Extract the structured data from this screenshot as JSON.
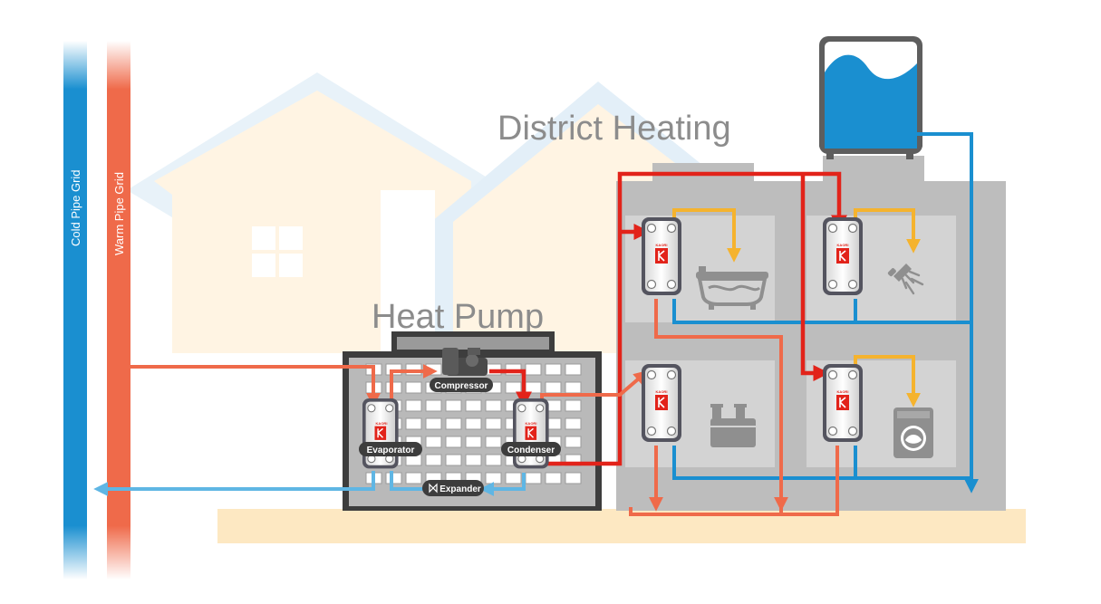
{
  "title": "District Heating",
  "subtitle": "Heat Pump",
  "pipes": {
    "cold": "Cold Pipe Grid",
    "warm": "Warm Pipe Grid"
  },
  "components": {
    "compressor": "Compressor",
    "evaporator": "Evaporator",
    "condenser": "Condenser",
    "expander": "Expander"
  },
  "brand": "KAORI",
  "colors": {
    "cold": "#1a8fd0",
    "warm": "#ef6a4a",
    "hot": "#e2231a",
    "hot_water": "#f5b32e",
    "return": "#5fb6e4",
    "ground": "#fde8c2",
    "building": "#bdbdbd"
  },
  "icons": [
    "bathtub-icon",
    "shower-icon",
    "radiator-icon",
    "washing-machine-icon",
    "water-tank-icon"
  ]
}
